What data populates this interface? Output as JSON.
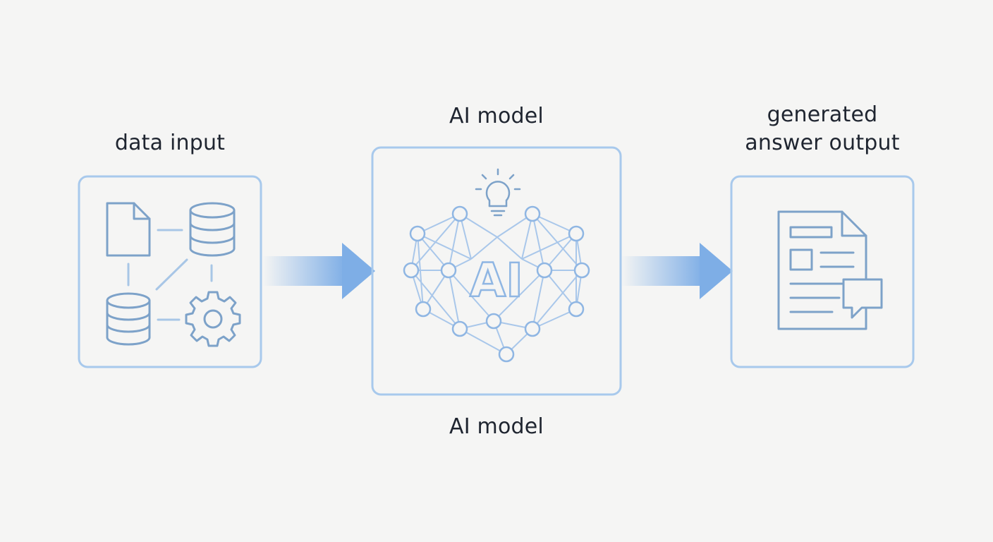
{
  "stages": {
    "input": {
      "label": "data input"
    },
    "model": {
      "label_top": "AI model",
      "label_bottom": "AI model",
      "center_text": "AI"
    },
    "output": {
      "label": "generated\nanswer output"
    }
  },
  "icons": {
    "input": [
      "document-icon",
      "database-icon",
      "database-icon",
      "gear-icon"
    ],
    "model": [
      "lightbulb-icon",
      "neural-network-icon"
    ],
    "output": [
      "report-document-icon",
      "chat-bubble-icon"
    ]
  },
  "colors": {
    "background": "#f5f5f4",
    "frame": "#9fc3ea",
    "icon_stroke": "#7da2c9",
    "arrow": "#7eaee6",
    "text": "#1f2530"
  }
}
